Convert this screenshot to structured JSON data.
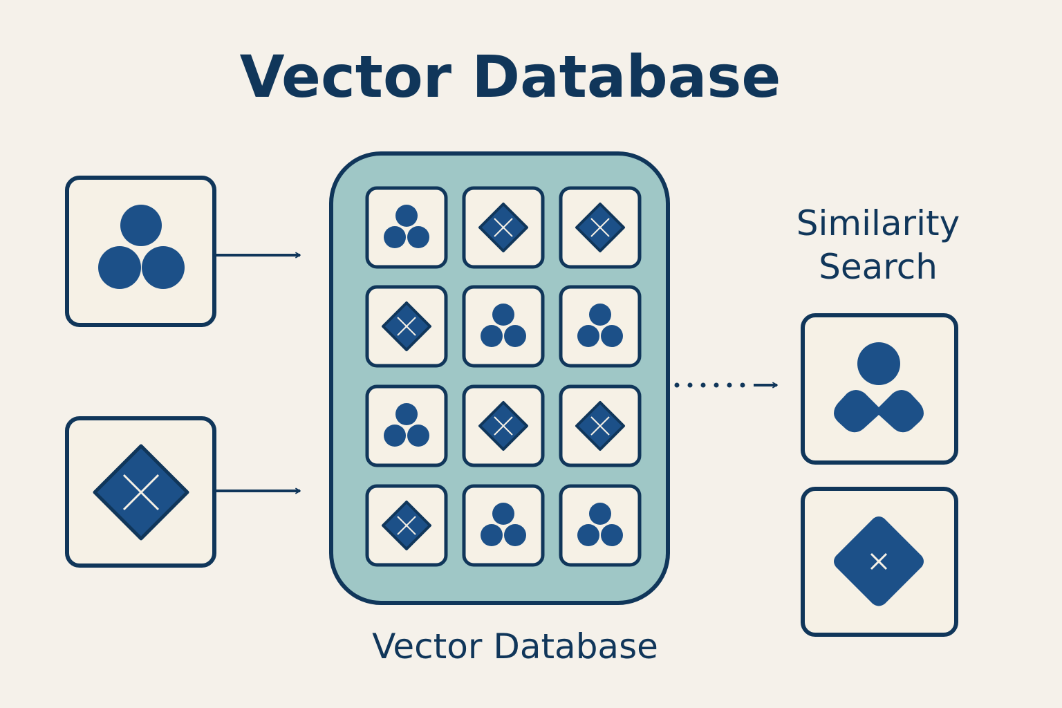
{
  "title": "Vector Database",
  "database_label": "Vector Database",
  "search_label": {
    "line1": "Similarity",
    "line2": "Search"
  },
  "inputs": [
    {
      "shape": "circles"
    },
    {
      "shape": "diamond"
    }
  ],
  "database_grid": [
    [
      "circles",
      "diamond",
      "diamond"
    ],
    [
      "diamond",
      "circles",
      "circles"
    ],
    [
      "circles",
      "diamond",
      "diamond"
    ],
    [
      "diamond",
      "circles",
      "circles"
    ]
  ],
  "results": [
    {
      "shape": "person-blend"
    },
    {
      "shape": "diamond-x"
    }
  ],
  "colors": {
    "background": "#f5f1ea",
    "ink": "#10365a",
    "shape_fill": "#1c5088",
    "card_fill": "#f6f1e6",
    "database_fill": "#9fc7c6"
  }
}
